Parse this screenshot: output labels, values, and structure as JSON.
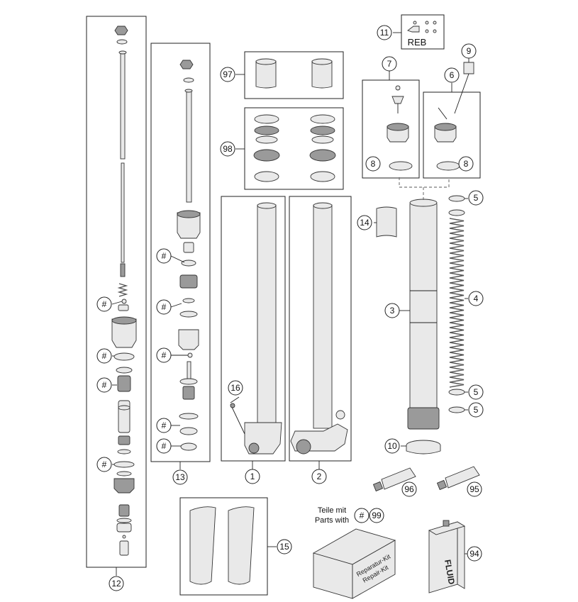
{
  "callouts": {
    "c1": "1",
    "c2": "2",
    "c3": "3",
    "c4": "4",
    "c5a": "5",
    "c5b": "5",
    "c5c": "5",
    "c6": "6",
    "c7": "7",
    "c8a": "8",
    "c8b": "8",
    "c9": "9",
    "c10": "10",
    "c11": "11",
    "c12": "12",
    "c13": "13",
    "c14": "14",
    "c15": "15",
    "c16": "16",
    "c94": "94",
    "c95": "95",
    "c96": "96",
    "c97": "97",
    "c98": "98",
    "c99": "99"
  },
  "hash": {
    "h1": "#",
    "h2": "#",
    "h3": "#",
    "h4": "#",
    "h5": "#",
    "h6": "#",
    "h7": "#",
    "h8": "#",
    "h9": "#",
    "h10": "#"
  },
  "texts": {
    "reb": "REB",
    "teile_mit": "Teile mit",
    "parts_with": "Parts with",
    "fluid": "FLUID",
    "kit_line1": "Reparatur-Kit",
    "kit_line2": "Repair-Kit"
  }
}
